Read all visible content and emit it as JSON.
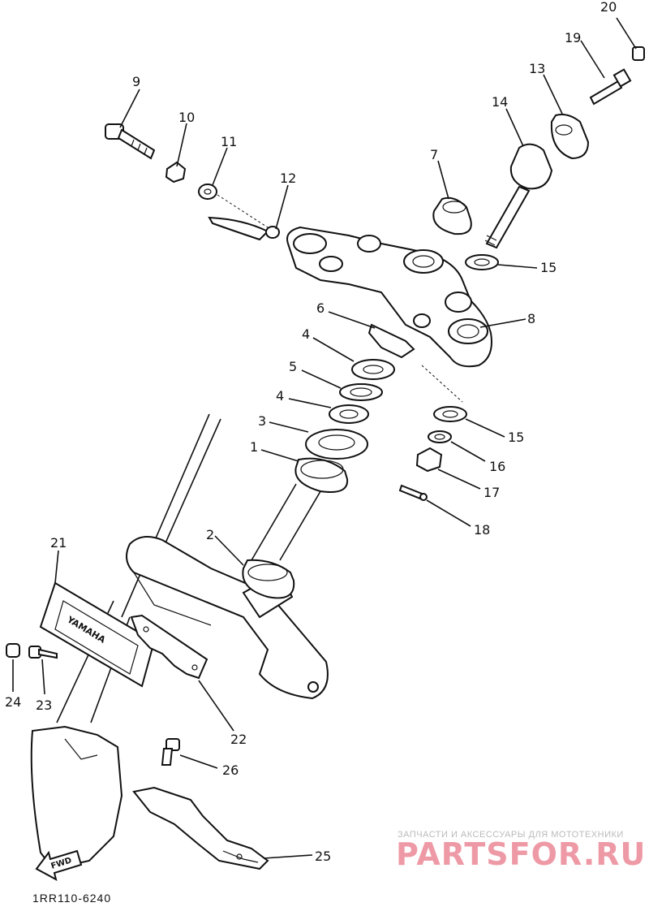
{
  "diagram": {
    "code": "1RR110-6240",
    "fwd_label": "FWD",
    "brand_label": "YAMAHA"
  },
  "callouts": [
    "1",
    "2",
    "3",
    "4",
    "4",
    "5",
    "6",
    "7",
    "8",
    "9",
    "10",
    "11",
    "12",
    "13",
    "14",
    "15",
    "15",
    "16",
    "17",
    "18",
    "19",
    "20",
    "21",
    "22",
    "23",
    "24",
    "25",
    "26"
  ],
  "watermark": {
    "tagline": "ЗАПЧАСТИ И АКСЕССУАРЫ ДЛЯ МОТОТЕХНИКИ",
    "logo": "PARTSFOR.RU"
  }
}
